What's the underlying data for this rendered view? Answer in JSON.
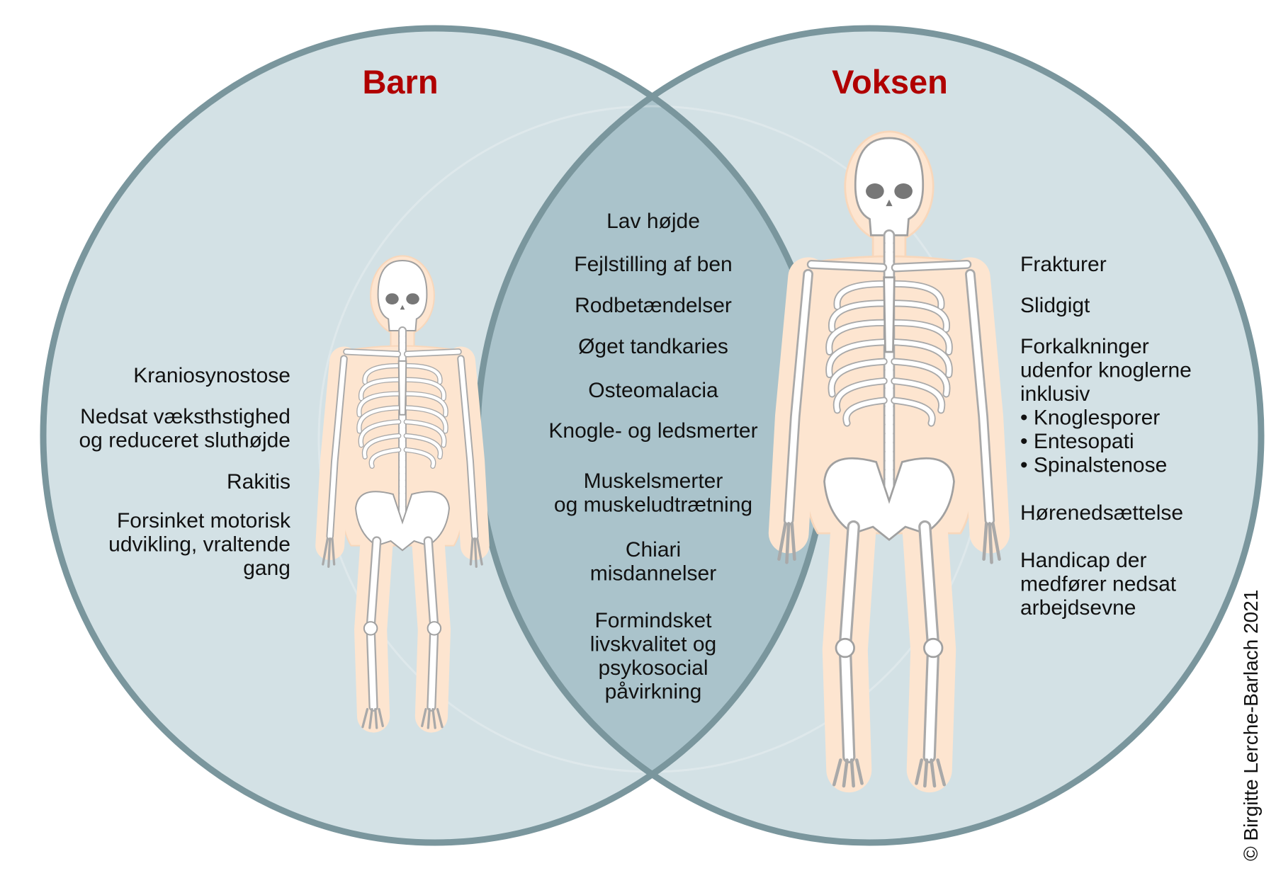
{
  "colors": {
    "circle_fill": "#d3e1e5",
    "overlap_fill": "#aac3cb",
    "circle_stroke": "#7a969d",
    "title_color": "#b00000"
  },
  "left": {
    "title": "Barn",
    "items": [
      [
        "Kraniosynostose"
      ],
      [
        "Nedsat væksthstighed",
        "og reduceret sluthøjde"
      ],
      [
        "Rakitis"
      ],
      [
        "Forsinket motorisk",
        "udvikling, vraltende",
        "gang"
      ]
    ]
  },
  "center": {
    "items": [
      [
        "Lav højde"
      ],
      [
        "Fejlstilling af ben"
      ],
      [
        "Rodbetændelser"
      ],
      [
        "Øget tandkaries"
      ],
      [
        "Osteomalacia"
      ],
      [
        "Knogle- og ledsmerter"
      ],
      [
        "Muskelsmerter",
        "og muskeludtrætning"
      ],
      [
        "Chiari",
        "misdannelser"
      ],
      [
        "Formindsket",
        "livskvalitet og",
        "psykosocial",
        "påvirkning"
      ]
    ]
  },
  "right": {
    "title": "Voksen",
    "items": [
      [
        "Frakturer"
      ],
      [
        "Slidgigt"
      ],
      [
        "Forkalkninger",
        "udenfor knoglerne",
        "inklusiv",
        "• Knoglesporer",
        "• Entesopati",
        "• Spinalstenose"
      ],
      [
        "Hørenedsættelse"
      ],
      [
        "Handicap der",
        "medfører nedsat",
        "arbejdsevne"
      ]
    ]
  },
  "copyright": "© Birgitte Lerche-Barlach 2021"
}
